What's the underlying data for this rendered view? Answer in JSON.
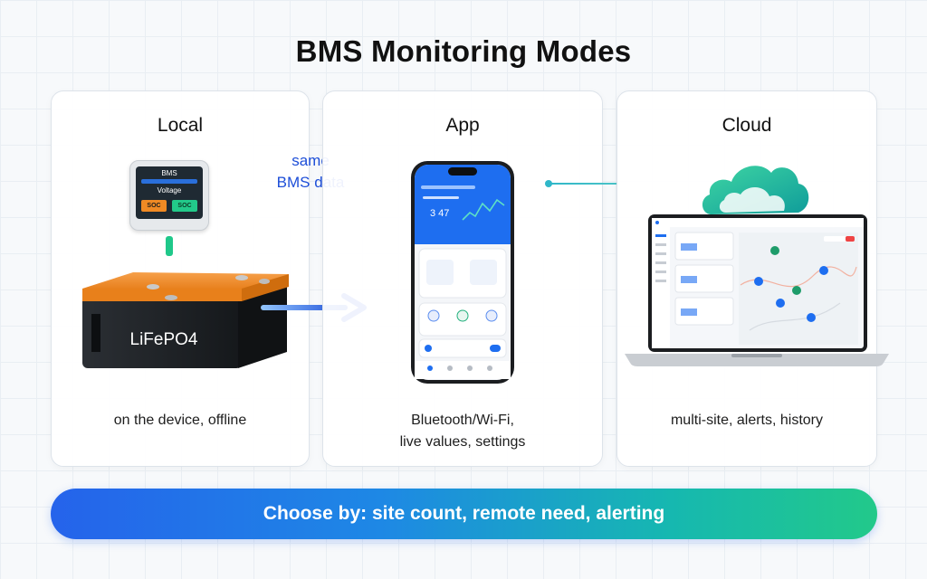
{
  "title": "BMS Monitoring Modes",
  "panels": [
    {
      "title": "Local",
      "caption": [
        "on the device, offline"
      ]
    },
    {
      "title": "App",
      "caption": [
        "Bluetooth/Wi-Fi,",
        "live values, settings"
      ]
    },
    {
      "title": "Cloud",
      "caption": [
        "multi-site, alerts, history"
      ]
    }
  ],
  "local_device": {
    "display_title": "BMS",
    "display_label": "Voltage",
    "chip_left": "SOC",
    "chip_right": "SOC",
    "battery_label": "LiFePO4"
  },
  "arrow": {
    "line1": "same",
    "line2": "BMS data"
  },
  "phone": {
    "reading": "3 47"
  },
  "banner": "Choose by: site count, remote need, alerting",
  "colors": {
    "arrow_blue": "#1d4ed8",
    "battery_orange": "#f08a24",
    "connector_green": "#1fc88a",
    "banner_start": "#2563eb",
    "banner_end": "#22c98a",
    "cloud_teal": "#1fb7a6"
  }
}
